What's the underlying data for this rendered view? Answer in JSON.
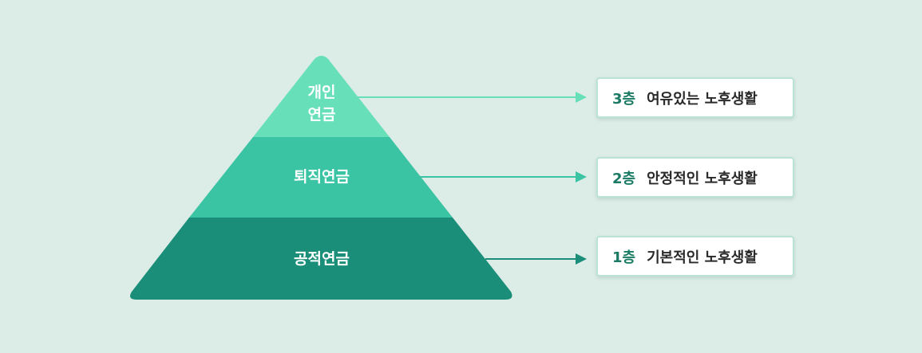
{
  "pyramid": {
    "tiers": [
      {
        "label_line1": "개인",
        "label_line2": "연금",
        "color": "#67e0b9",
        "arrow_color": "#67e0b9"
      },
      {
        "label": "퇴직연금",
        "color": "#3ac4a3",
        "arrow_color": "#3ac4a3"
      },
      {
        "label": "공적연금",
        "color": "#1a8e79",
        "arrow_color": "#1a8e79"
      }
    ]
  },
  "levels": [
    {
      "number": "3층",
      "description": "여유있는 노후생활"
    },
    {
      "number": "2층",
      "description": "안정적인 노후생활"
    },
    {
      "number": "1층",
      "description": "기본적인 노후생활"
    }
  ],
  "colors": {
    "background": "#dcece7",
    "accent_text": "#1a7a64",
    "box_border": "#b9e3d7"
  }
}
